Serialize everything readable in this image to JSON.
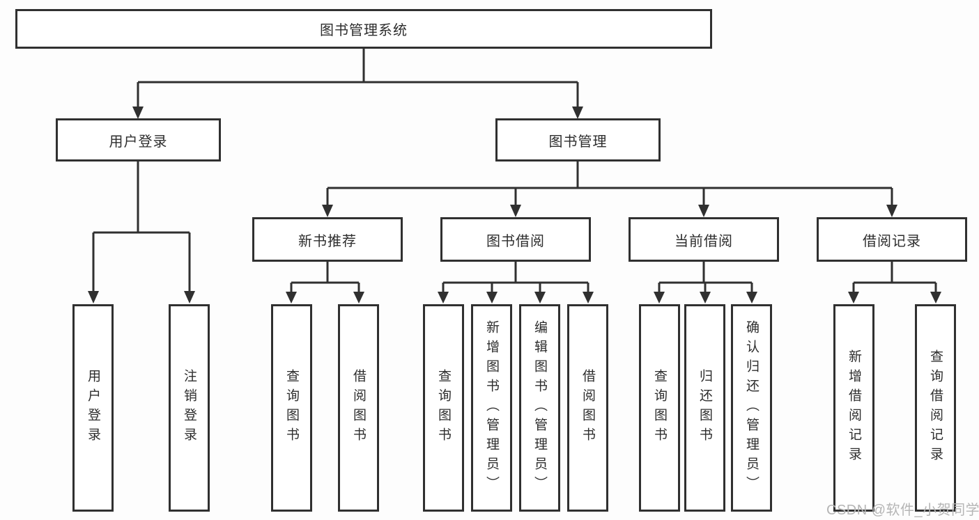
{
  "diagram": {
    "root": "图书管理系统",
    "level2": {
      "user_login": "用户登录",
      "book_management": "图书管理"
    },
    "level3": {
      "new_book_recommend": "新书推荐",
      "book_borrowing": "图书借阅",
      "current_borrowing": "当前借阅",
      "borrowing_records": "借阅记录"
    },
    "leaves": {
      "user_login": [
        "用户登录",
        "注销登录"
      ],
      "new_book_recommend": [
        "查询图书",
        "借阅图书"
      ],
      "book_borrowing": [
        "查询图书",
        "新增图书（管理员）",
        "编辑图书（管理员）",
        "借阅图书"
      ],
      "current_borrowing": [
        "查询图书",
        "归还图书",
        "确认归还（管理员）"
      ],
      "borrowing_records": [
        "新增借阅记录",
        "查询借阅记录"
      ]
    }
  },
  "watermark": "CSDN @软件_小贺同学",
  "colors": {
    "line": "#303030",
    "text": "#2d2d2d",
    "watermark": "#b5b5b5",
    "background": "#ffffff"
  }
}
